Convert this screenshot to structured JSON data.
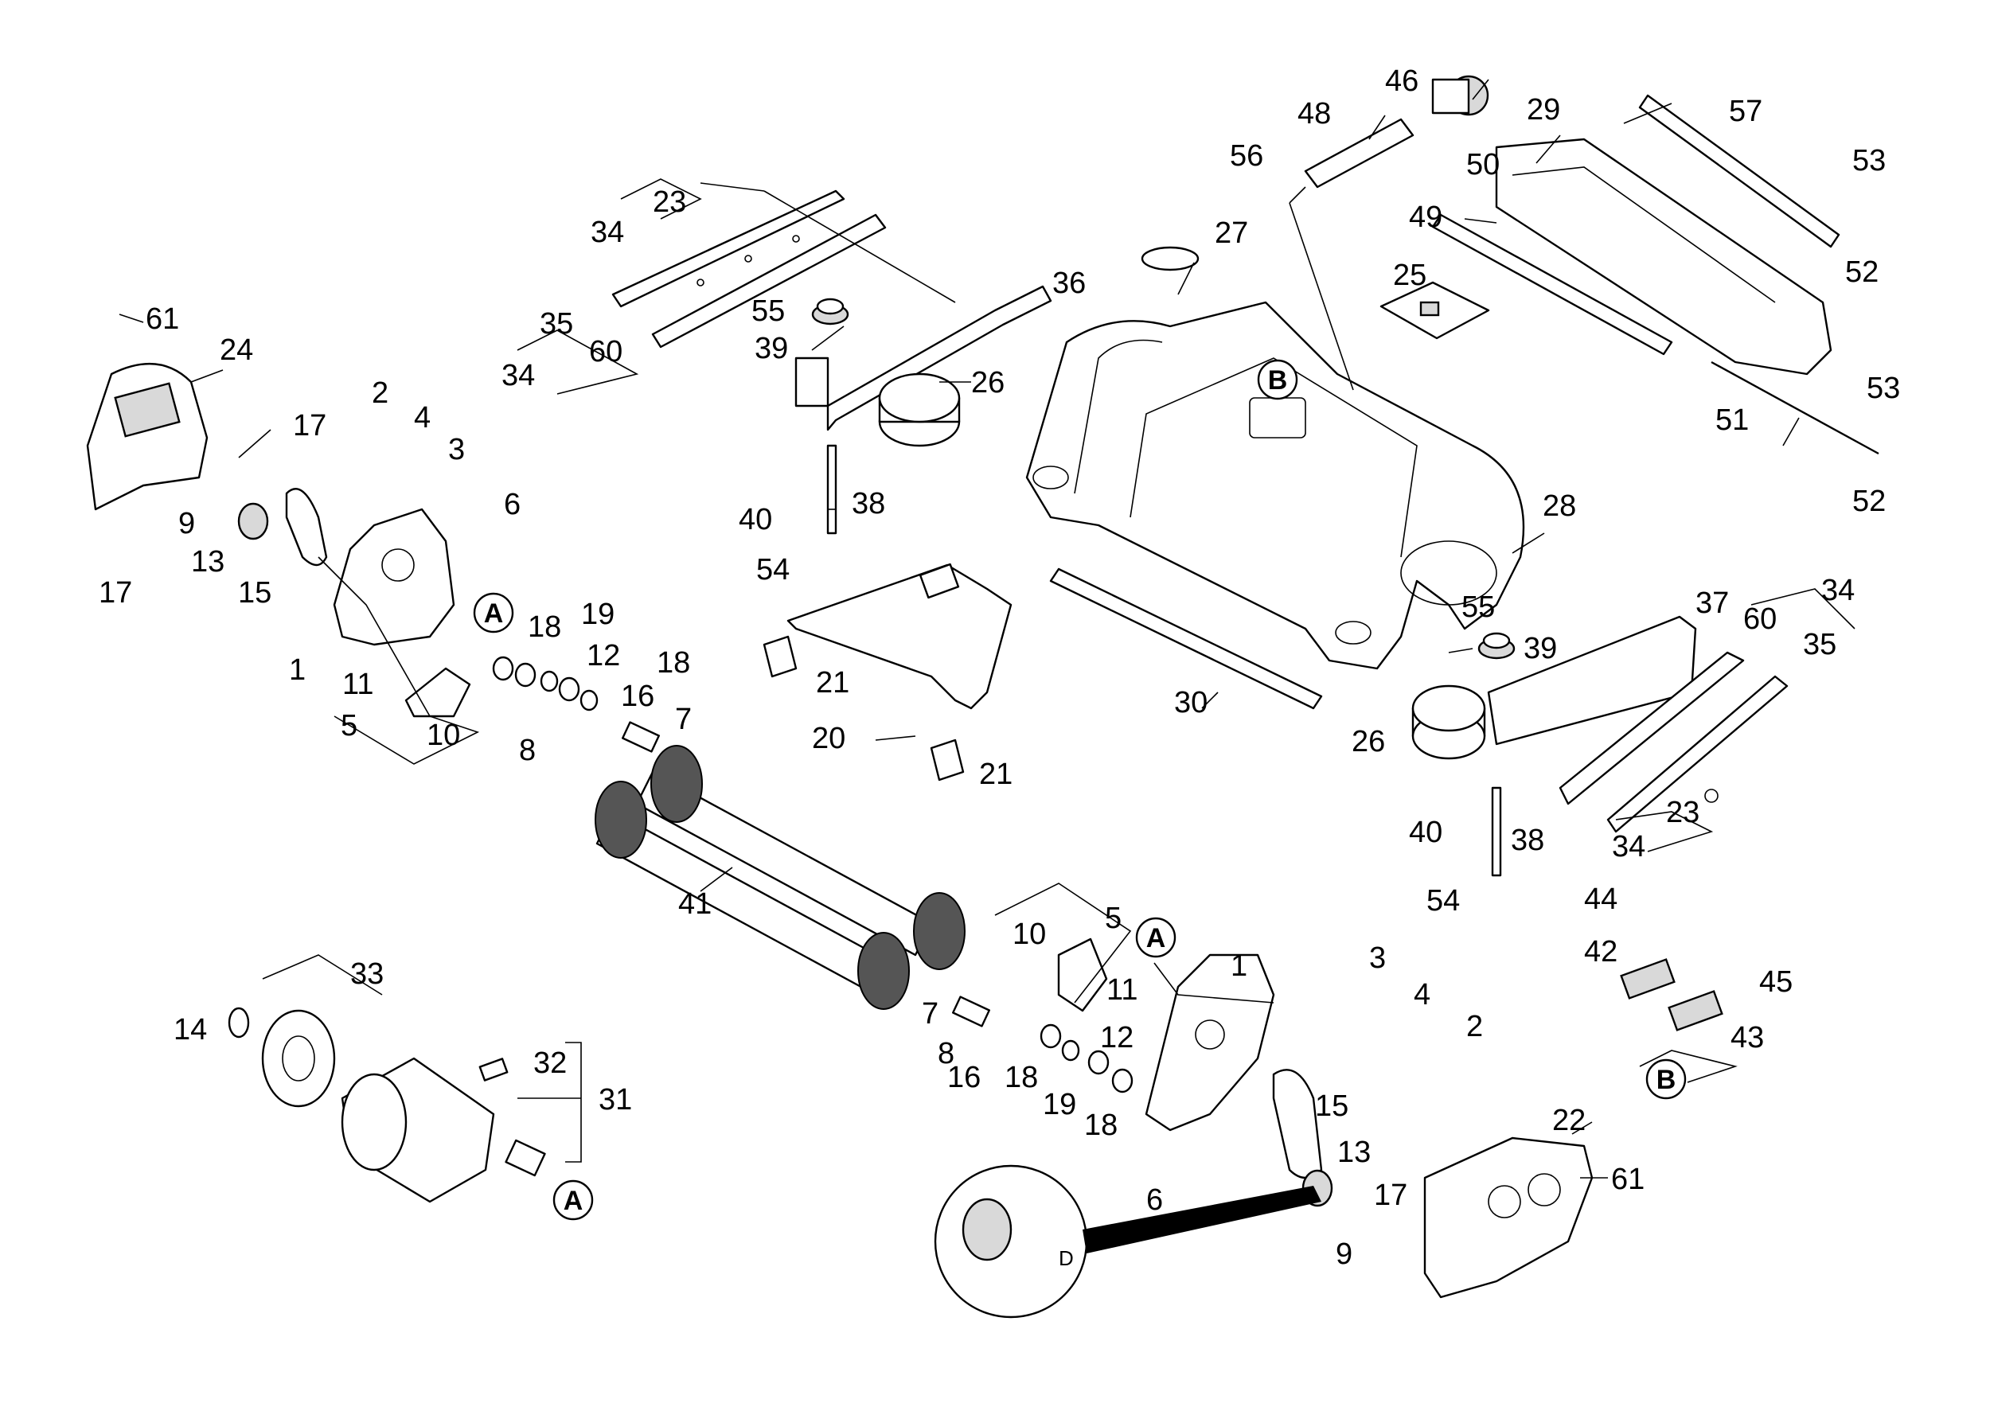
{
  "labels": {
    "l1a": "1",
    "l1b": "1",
    "l2a": "2",
    "l2b": "2",
    "l3a": "3",
    "l3b": "3",
    "l4a": "4",
    "l4b": "4",
    "l5a": "5",
    "l5b": "5",
    "l6a": "6",
    "l6b": "6",
    "l7a": "7",
    "l7b": "7",
    "l8a": "8",
    "l8b": "8",
    "l9a": "9",
    "l9b": "9",
    "l10a": "10",
    "l10b": "10",
    "l11a": "11",
    "l11b": "11",
    "l12a": "12",
    "l12b": "12",
    "l13a": "13",
    "l13b": "13",
    "l14": "14",
    "l15a": "15",
    "l15b": "15",
    "l16a": "16",
    "l16b": "16",
    "l17a": "17",
    "l17b": "17",
    "l17c": "17",
    "l18a": "18",
    "l18b": "18",
    "l18c": "18",
    "l18d": "18",
    "l19a": "19",
    "l19b": "19",
    "l20": "20",
    "l21a": "21",
    "l21b": "21",
    "l22": "22",
    "l23a": "23",
    "l23b": "23",
    "l24": "24",
    "l25": "25",
    "l26a": "26",
    "l26b": "26",
    "l27": "27",
    "l28": "28",
    "l29": "29",
    "l30": "30",
    "l31": "31",
    "l32": "32",
    "l33": "33",
    "l34a": "34",
    "l34b": "34",
    "l34c": "34",
    "l34d": "34",
    "l35a": "35",
    "l35b": "35",
    "l36": "36",
    "l37": "37",
    "l38a": "38",
    "l38b": "38",
    "l39a": "39",
    "l39b": "39",
    "l40a": "40",
    "l40b": "40",
    "l41": "41",
    "l42": "42",
    "l43": "43",
    "l44": "44",
    "l45": "45",
    "l46": "46",
    "l48": "48",
    "l49": "49",
    "l50": "50",
    "l51": "51",
    "l52a": "52",
    "l52b": "52",
    "l53a": "53",
    "l53b": "53",
    "l54a": "54",
    "l54b": "54",
    "l55a": "55",
    "l55b": "55",
    "l56": "56",
    "l57": "57",
    "l60a": "60",
    "l60b": "60",
    "l61a": "61",
    "l61b": "61"
  },
  "references": {
    "a1": "A",
    "a2": "A",
    "a3": "A",
    "b1": "B",
    "b2": "B"
  },
  "detail_label": "D"
}
